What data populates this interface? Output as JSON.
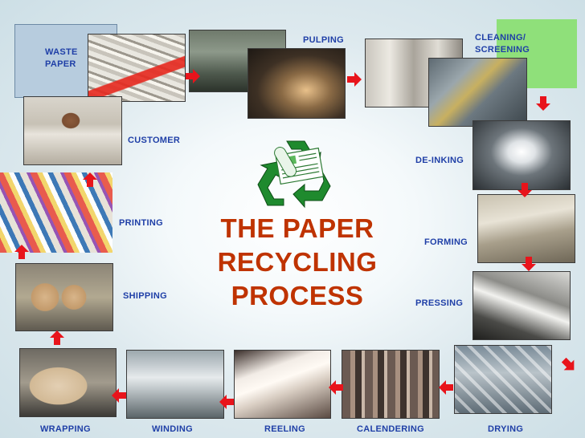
{
  "title": {
    "line1": "THE PAPER",
    "line2": "RECYCLING",
    "line3": "PROCESS"
  },
  "stages": {
    "waste": "WASTE",
    "paper": "PAPER",
    "pulping": "PULPING",
    "cleaning": "CLEANING/",
    "screening": "SCREENING",
    "customer": "CUSTOMER",
    "deinking": "DE-INKING",
    "printing": "PRINTING",
    "forming": "FORMING",
    "shipping": "SHIPPING",
    "pressing": "PRESSING",
    "wrapping": "WRAPPING",
    "winding": "WINDING",
    "reeling": "REELING",
    "calendering": "CALENDERING",
    "drying": "DRYING"
  },
  "colors": {
    "label": "#1f3fa7",
    "title": "#bf3300",
    "arrow": "#e8141b",
    "recycle_green": "#1f8a2e",
    "waste_box": "#b7ccde",
    "green_box": "#8fe07a"
  },
  "icons": {
    "center": "recycle-newspaper-icon",
    "arrow": "red-arrow-icon"
  }
}
